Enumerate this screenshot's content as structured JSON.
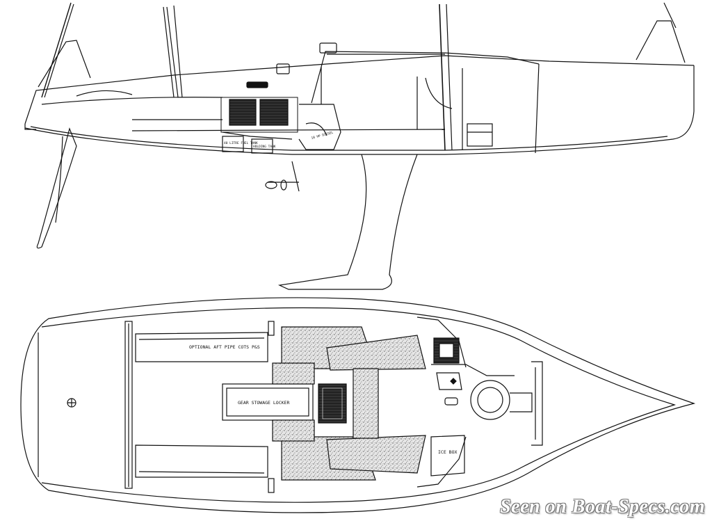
{
  "labels": {
    "optional_aft_pipe_cots": "OPTIONAL AFT PIPE COTS P&S",
    "gear_stowage_locker": "GEAR STOWAGE LOCKER",
    "ice_box": "ICE BOX",
    "fuel_tank": "40 LITRE FUEL TANK",
    "holding_tank": "HOLDING TANK",
    "engine": "10 HP DIESEL"
  },
  "watermark": "Seen on Boat-Specs.com"
}
